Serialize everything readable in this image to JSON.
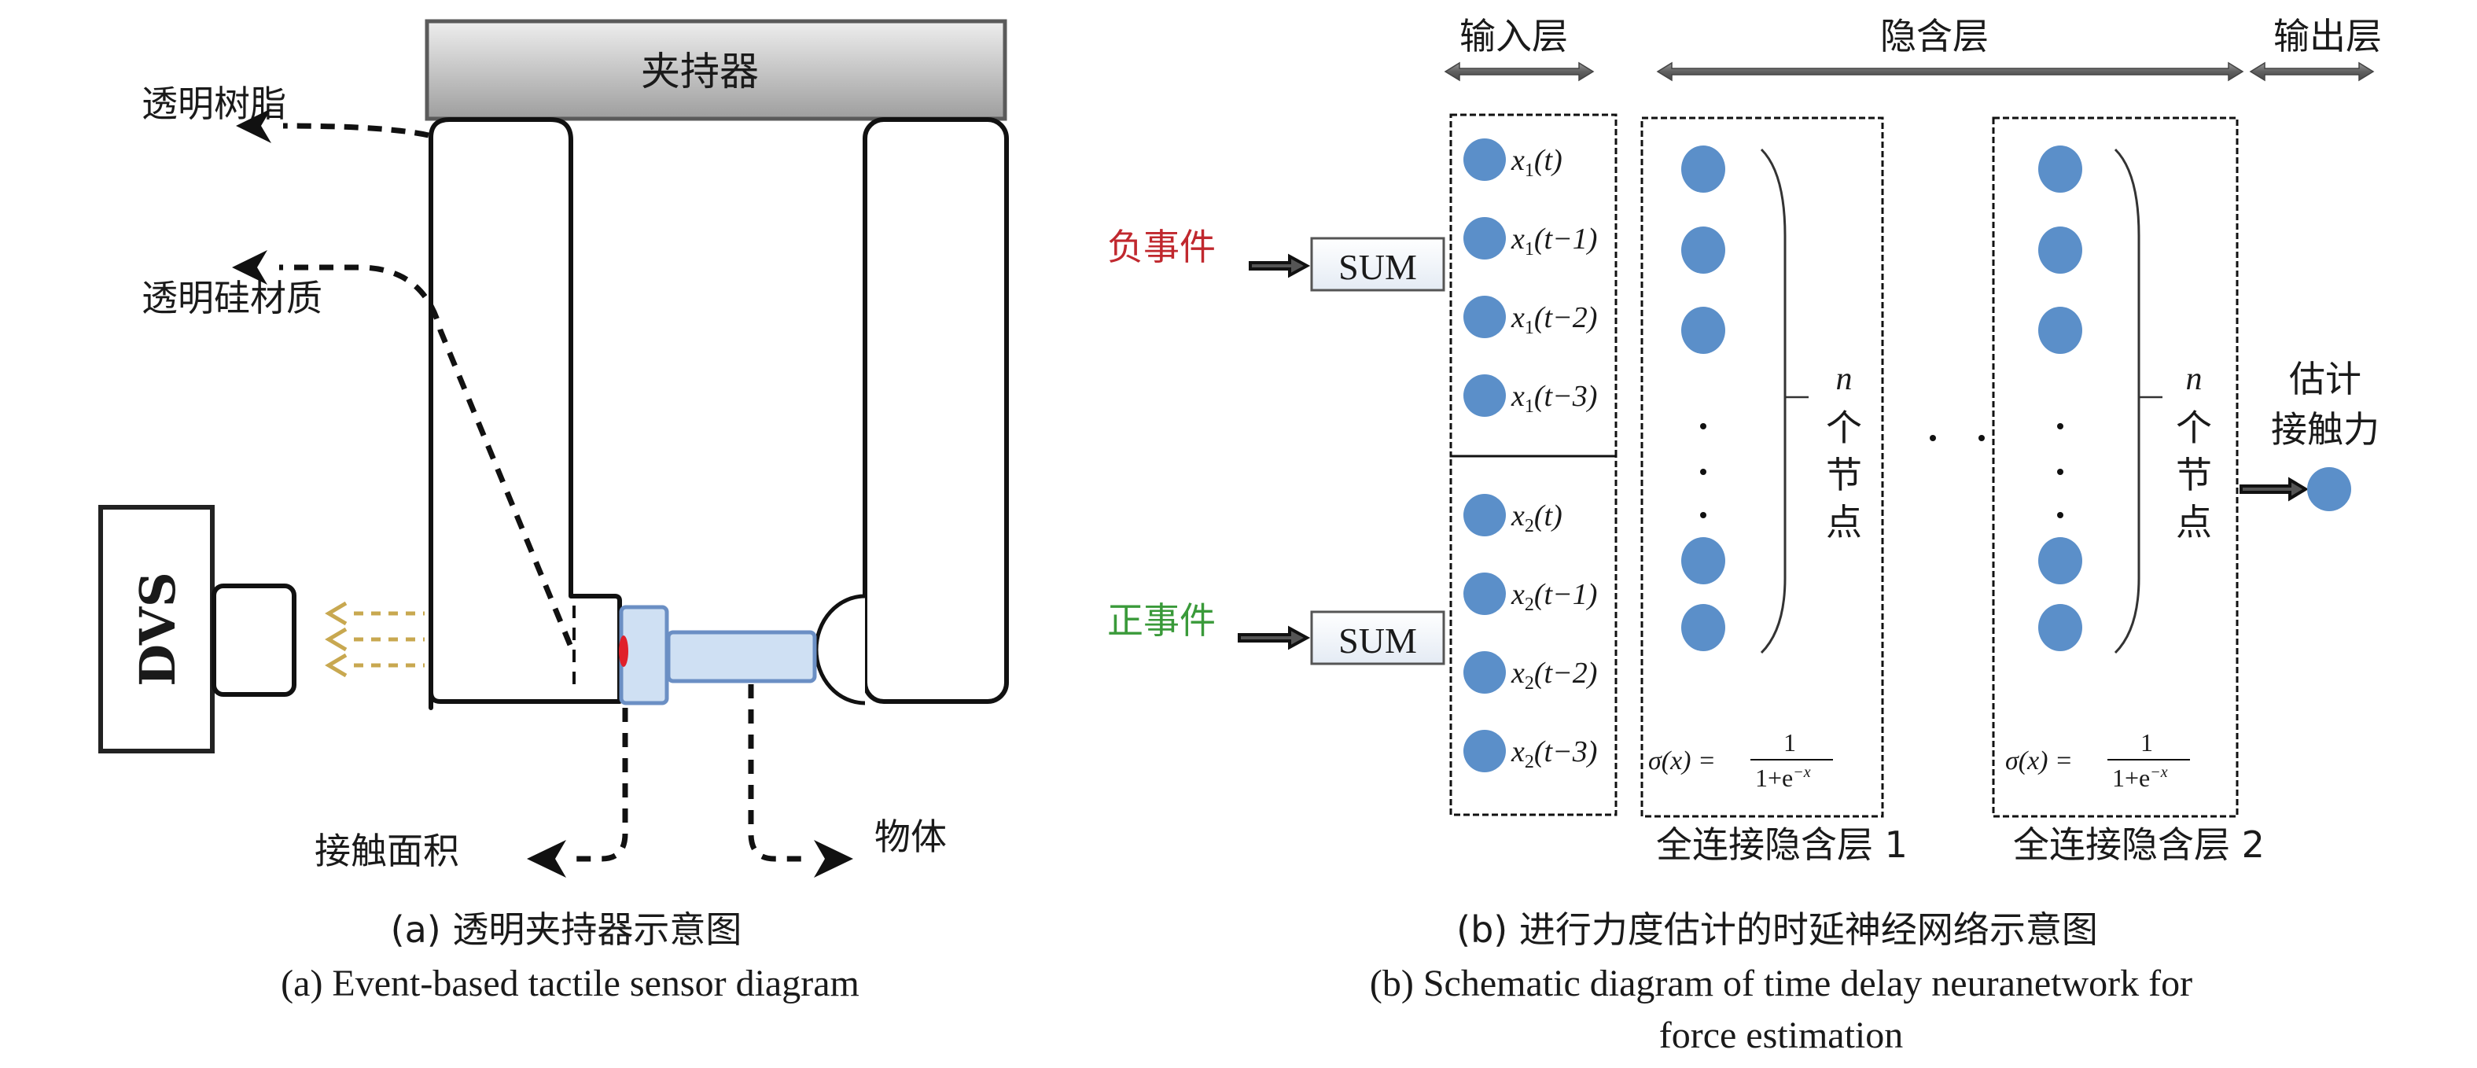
{
  "panel_a": {
    "gripper_label": "夹持器",
    "resin_label": "透明树脂",
    "silicone_label": "透明硅材质",
    "dvs_label": "DVS",
    "contact_area_label": "接触面积",
    "object_label": "物体",
    "caption_cn": "(a) 透明夹持器示意图",
    "caption_en": "(a) Event-based tactile sensor diagram"
  },
  "panel_b": {
    "layer_headers": {
      "input": "输入层",
      "hidden": "隐含层",
      "output": "输出层"
    },
    "neg_event_label": "负事件",
    "pos_event_label": "正事件",
    "sum_label": "SUM",
    "input_group_1": [
      {
        "var": "x",
        "sub": "1",
        "arg": "(t)"
      },
      {
        "var": "x",
        "sub": "1",
        "arg": "(t−1)"
      },
      {
        "var": "x",
        "sub": "1",
        "arg": "(t−2)"
      },
      {
        "var": "x",
        "sub": "1",
        "arg": "(t−3)"
      }
    ],
    "input_group_2": [
      {
        "var": "x",
        "sub": "2",
        "arg": "(t)"
      },
      {
        "var": "x",
        "sub": "2",
        "arg": "(t−1)"
      },
      {
        "var": "x",
        "sub": "2",
        "arg": "(t−2)"
      },
      {
        "var": "x",
        "sub": "2",
        "arg": "(t−3)"
      }
    ],
    "hidden_layers": [
      {
        "n_label": "n",
        "nodes_label": [
          "个",
          "节",
          "点"
        ],
        "formula_lhs": "σ(x) =",
        "formula_num": "1",
        "formula_den": "1+e",
        "formula_exp": "−x",
        "caption": "全连接隐含层 1"
      },
      {
        "n_label": "n",
        "nodes_label": [
          "个",
          "节",
          "点"
        ],
        "formula_lhs": "σ(x) =",
        "formula_num": "1",
        "formula_den": "1+e",
        "formula_exp": "−x",
        "caption": "全连接隐含层 2"
      }
    ],
    "ellipsis": "· ·",
    "output_label_line1": "估计",
    "output_label_line2": "接触力",
    "caption_cn": "(b) 进行力度估计的时延神经网络示意图",
    "caption_en_line1": "(b) Schematic diagram of time delay neuranetwork for",
    "caption_en_line2": "force estimation"
  },
  "colors": {
    "node_blue": "#5b8fc9",
    "neg_red": "#c0282e",
    "pos_green": "#3a9a3a",
    "light_gold": "#c8a850",
    "silicone_blue": "#cfe0f3",
    "silicone_border": "#6b8fc4",
    "contact_red": "#e0202a"
  }
}
